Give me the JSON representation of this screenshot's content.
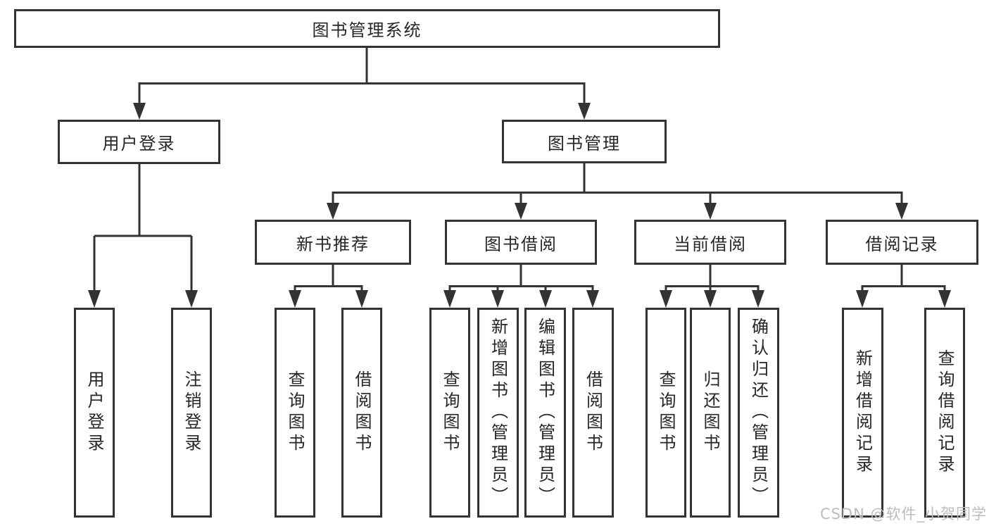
{
  "diagram": {
    "title": "图书管理系统",
    "colors": {
      "line": "#333333",
      "node_border": "#333333",
      "node_background": "#ffffff",
      "text": "#262626",
      "watermark": "#bdbdbd",
      "page_background": "#ffffff"
    },
    "nodes": {
      "root": {
        "label": "图书管理系统"
      },
      "user_login": {
        "label": "用户登录"
      },
      "book_mgmt": {
        "label": "图书管理"
      },
      "new_book_rec": {
        "label": "新书推荐"
      },
      "book_borrow": {
        "label": "图书借阅"
      },
      "current_borrow": {
        "label": "当前借阅"
      },
      "borrow_record": {
        "label": "借阅记录"
      },
      "v_user_login": {
        "label": "用户登录"
      },
      "v_logout": {
        "label": "注销登录"
      },
      "v_query_book_rec": {
        "label": "查询图书"
      },
      "v_borrow_book_rec": {
        "label": "借阅图书"
      },
      "v_query_book_borrow": {
        "label": "查询图书"
      },
      "v_add_book": {
        "label": "新增图书（管理员）"
      },
      "v_edit_book": {
        "label": "编辑图书（管理员）"
      },
      "v_borrow_book": {
        "label": "借阅图书"
      },
      "v_query_book_cur": {
        "label": "查询图书"
      },
      "v_return_book": {
        "label": "归还图书"
      },
      "v_confirm_return": {
        "label": "确认归还（管理员）"
      },
      "v_add_record": {
        "label": "新增借阅记录"
      },
      "v_query_record": {
        "label": "查询借阅记录"
      }
    },
    "edges": [
      [
        "root",
        "user_login"
      ],
      [
        "root",
        "book_mgmt"
      ],
      [
        "user_login",
        "v_user_login"
      ],
      [
        "user_login",
        "v_logout"
      ],
      [
        "book_mgmt",
        "new_book_rec"
      ],
      [
        "book_mgmt",
        "book_borrow"
      ],
      [
        "book_mgmt",
        "current_borrow"
      ],
      [
        "book_mgmt",
        "borrow_record"
      ],
      [
        "new_book_rec",
        "v_query_book_rec"
      ],
      [
        "new_book_rec",
        "v_borrow_book_rec"
      ],
      [
        "book_borrow",
        "v_query_book_borrow"
      ],
      [
        "book_borrow",
        "v_add_book"
      ],
      [
        "book_borrow",
        "v_edit_book"
      ],
      [
        "book_borrow",
        "v_borrow_book"
      ],
      [
        "current_borrow",
        "v_query_book_cur"
      ],
      [
        "current_borrow",
        "v_return_book"
      ],
      [
        "current_borrow",
        "v_confirm_return"
      ],
      [
        "borrow_record",
        "v_add_record"
      ],
      [
        "borrow_record",
        "v_query_record"
      ]
    ],
    "watermark": "CSDN @软件_小贺同学"
  }
}
